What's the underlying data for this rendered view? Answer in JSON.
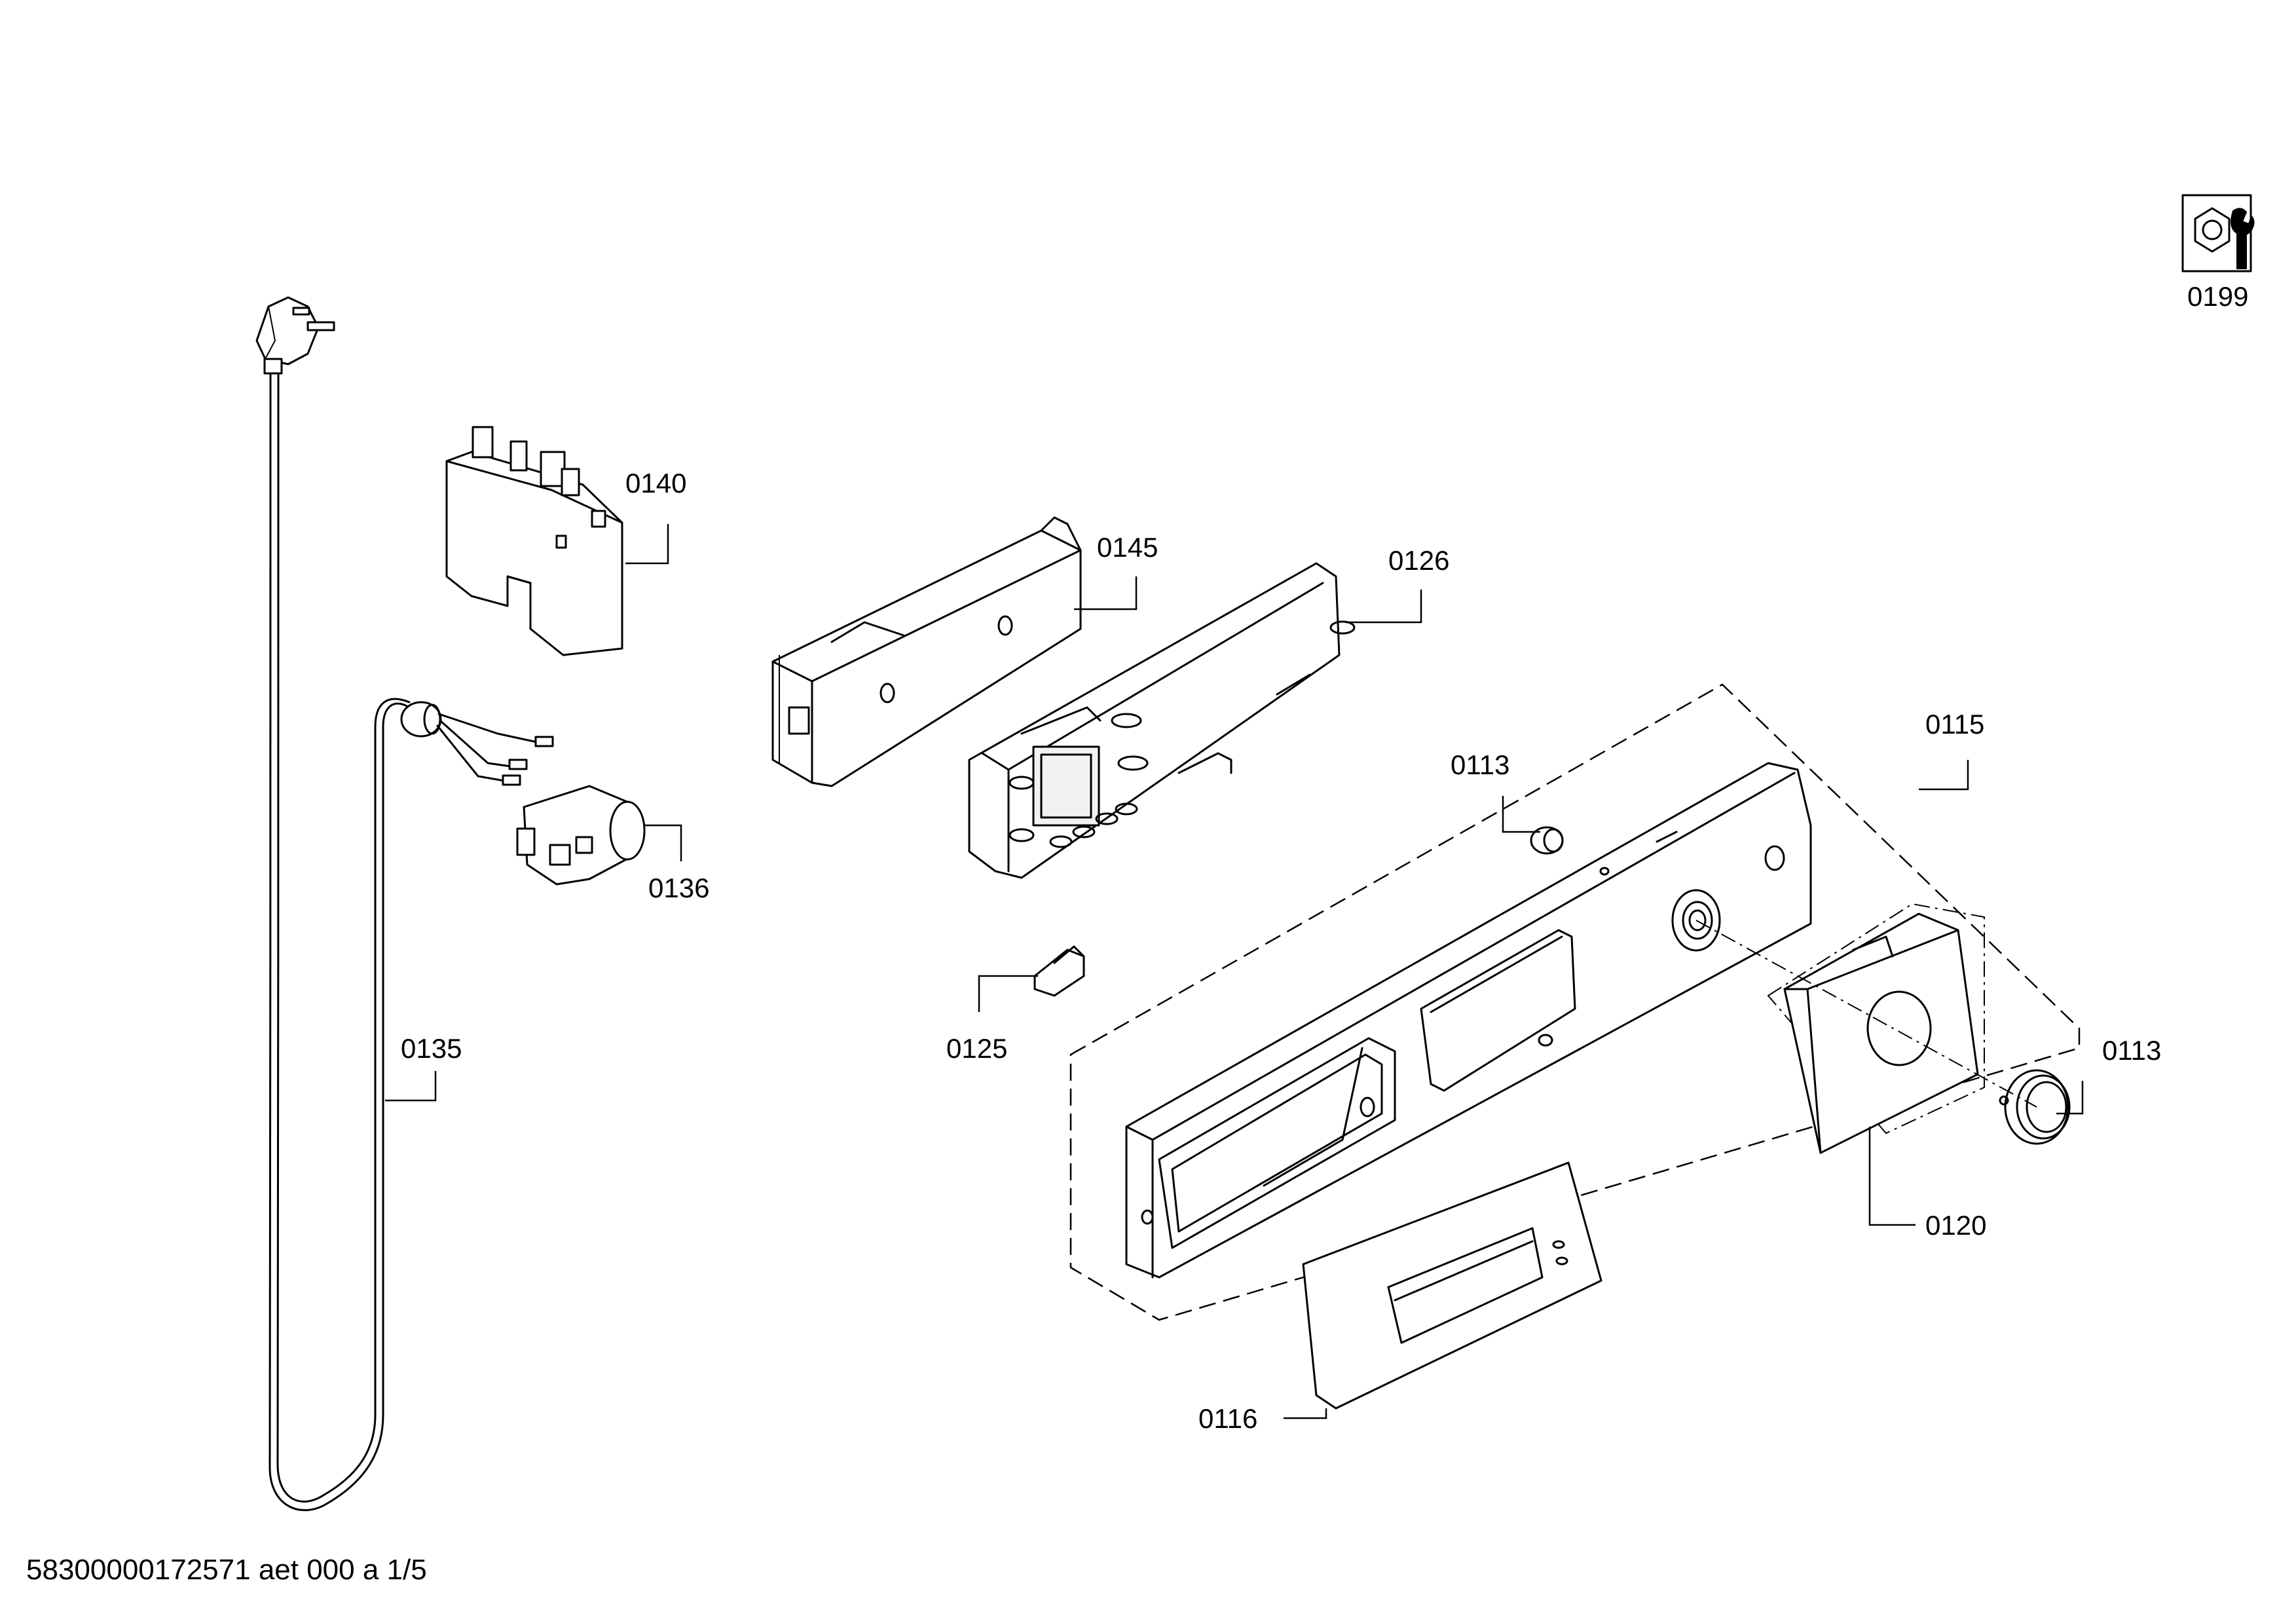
{
  "diagram": {
    "callouts": [
      {
        "id": "0199",
        "text": "0199"
      },
      {
        "id": "0140",
        "text": "0140"
      },
      {
        "id": "0145",
        "text": "0145"
      },
      {
        "id": "0126",
        "text": "0126"
      },
      {
        "id": "0115",
        "text": "0115"
      },
      {
        "id": "0113a",
        "text": "0113"
      },
      {
        "id": "0136",
        "text": "0136"
      },
      {
        "id": "0135",
        "text": "0135"
      },
      {
        "id": "0125",
        "text": "0125"
      },
      {
        "id": "0113b",
        "text": "0113"
      },
      {
        "id": "0120",
        "text": "0120"
      },
      {
        "id": "0116",
        "text": "0116"
      }
    ],
    "icons": {
      "service_kit": "nut-and-wrench-icon"
    }
  },
  "footer": {
    "document_id": "58300000172571 aet 000 a 1/5"
  }
}
